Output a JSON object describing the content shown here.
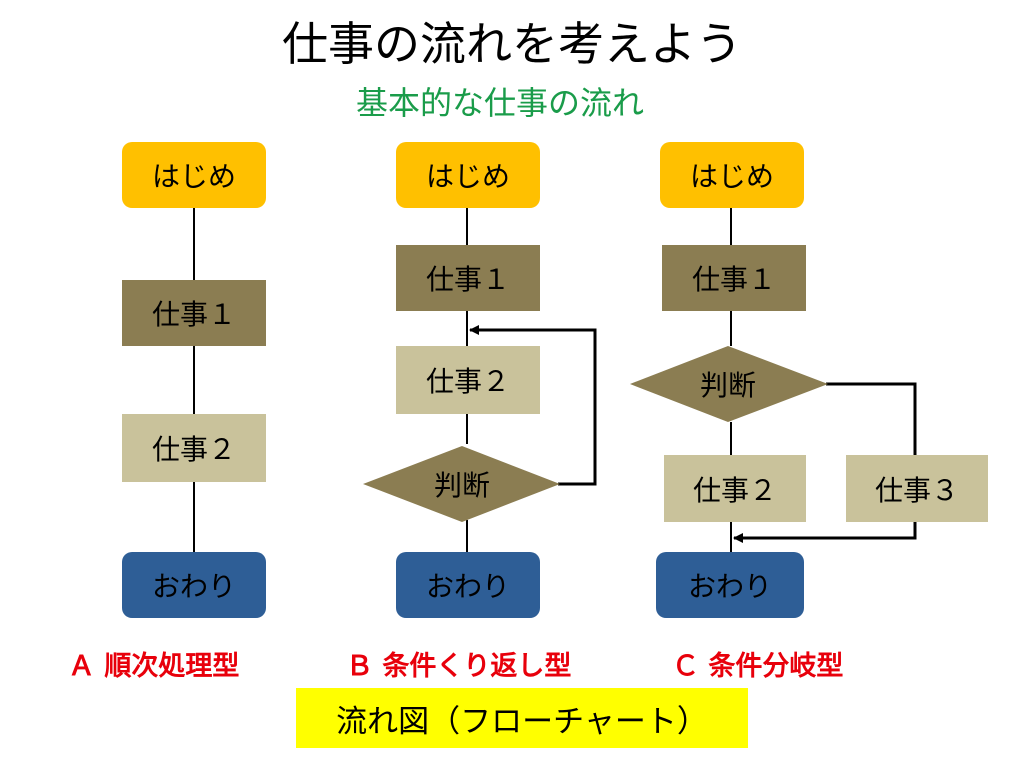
{
  "title": "仕事の流れを考えよう",
  "subtitle": "基本的な仕事の流れ",
  "flows": {
    "a": {
      "start": "はじめ",
      "task1": "仕事１",
      "task2": "仕事２",
      "end": "おわり",
      "caption": "Ａ  順次処理型"
    },
    "b": {
      "start": "はじめ",
      "task1": "仕事１",
      "task2": "仕事２",
      "decision": "判断",
      "end": "おわり",
      "caption": "Ｂ  条件くり返し型"
    },
    "c": {
      "start": "はじめ",
      "task1": "仕事１",
      "decision": "判断",
      "task2": "仕事２",
      "task3": "仕事３",
      "end": "おわり",
      "caption": "Ｃ  条件分岐型"
    }
  },
  "banner": "流れ図（フローチャート）",
  "colors": {
    "start": "#ffc000",
    "end": "#2e5e96",
    "task1": "#8b7d52",
    "task2": "#c9c29b",
    "decision": "#8b7d52",
    "subtitle": "#1a9c4a",
    "caption": "#e8000b",
    "banner": "#ffff00"
  }
}
